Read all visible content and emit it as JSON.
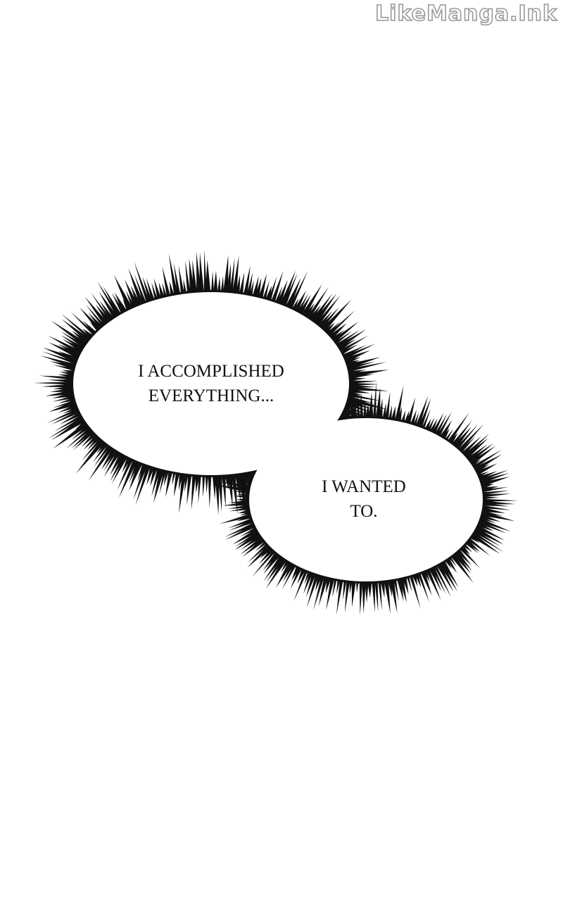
{
  "watermark": "LikeManga.Ink",
  "bubbles": [
    {
      "style": "spiky-burst",
      "lines": [
        "I ACCOMPLISHED",
        "EVERYTHING..."
      ]
    },
    {
      "style": "spiky-burst",
      "lines": [
        "I WANTED",
        "TO."
      ]
    }
  ],
  "colors": {
    "background": "#ffffff",
    "ink": "#111111",
    "watermark_outline": "#9a9a9a"
  }
}
